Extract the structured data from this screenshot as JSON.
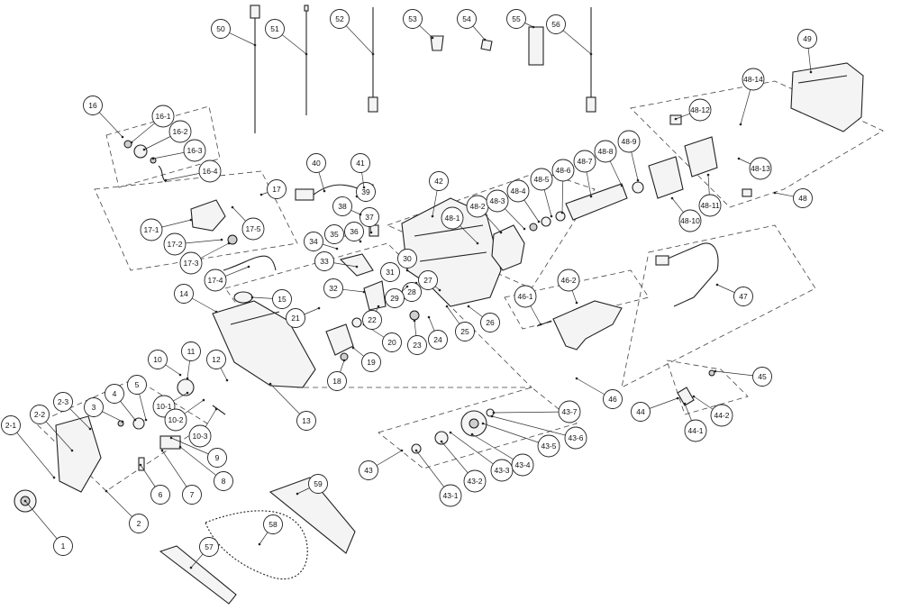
{
  "labels": [
    "1",
    "2",
    "2-1",
    "2-2",
    "2-3",
    "3",
    "4",
    "5",
    "6",
    "7",
    "8",
    "9",
    "10",
    "10-1",
    "10-2",
    "10-3",
    "11",
    "12",
    "13",
    "14",
    "15",
    "16",
    "16-1",
    "16-2",
    "16-3",
    "16-4",
    "17",
    "17-1",
    "17-2",
    "17-3",
    "17-4",
    "17-5",
    "18",
    "19",
    "20",
    "21",
    "22",
    "23",
    "24",
    "25",
    "26",
    "27",
    "28",
    "29",
    "30",
    "31",
    "32",
    "33",
    "34",
    "35",
    "36",
    "37",
    "38",
    "39",
    "40",
    "41",
    "42",
    "43",
    "43-1",
    "43-2",
    "43-3",
    "43-4",
    "43-5",
    "43-6",
    "43-7",
    "44",
    "44-1",
    "44-2",
    "45",
    "46",
    "46-1",
    "46-2",
    "47",
    "48",
    "48-1",
    "48-2",
    "48-3",
    "48-4",
    "48-5",
    "48-6",
    "48-7",
    "48-8",
    "48-9",
    "48-10",
    "48-11",
    "48-12",
    "48-13",
    "48-14",
    "49",
    "50",
    "51",
    "52",
    "53",
    "54",
    "55",
    "56",
    "57",
    "58",
    "59"
  ]
}
